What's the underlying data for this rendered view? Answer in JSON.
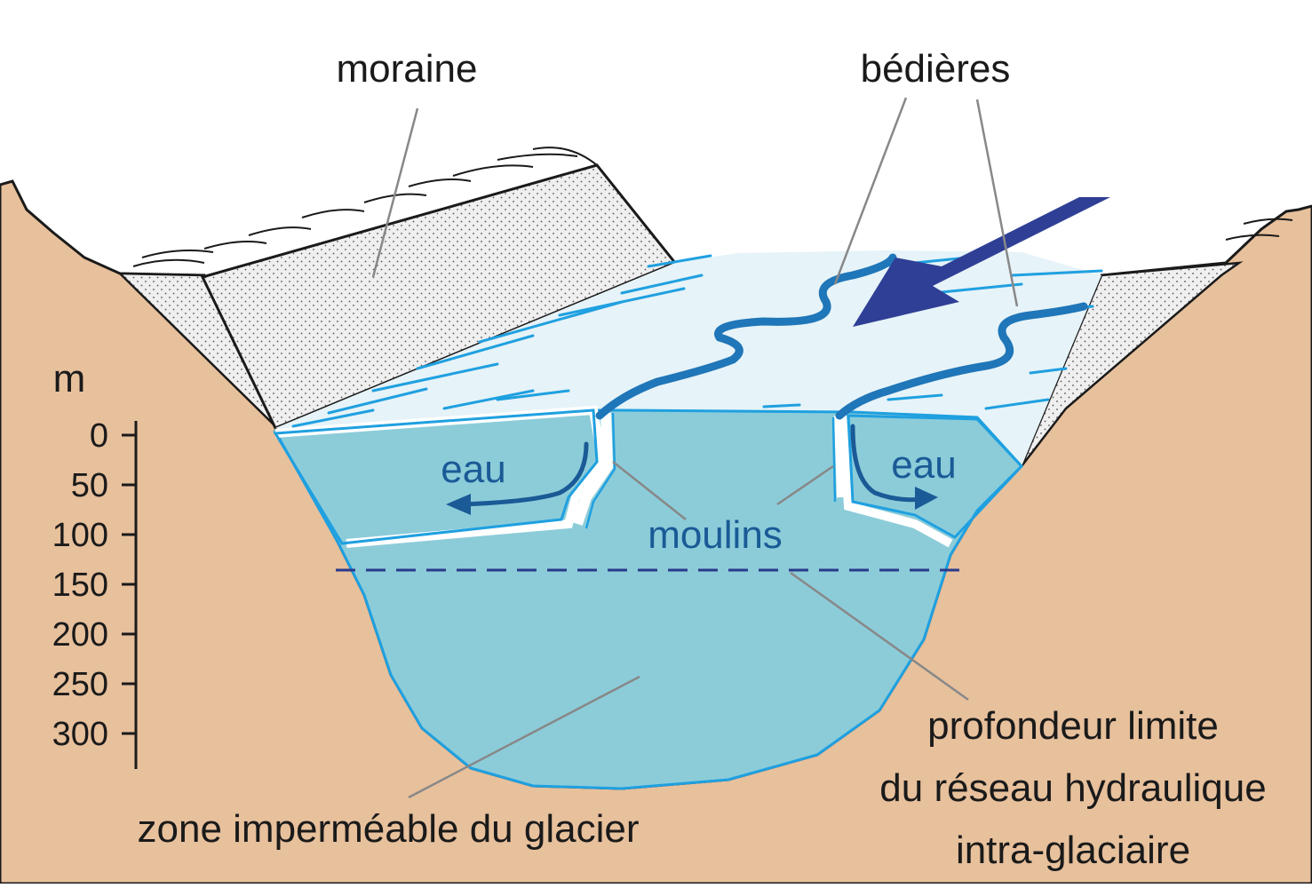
{
  "labels": {
    "moraine": "moraine",
    "bedieres": "bédières",
    "eau_left": "eau",
    "eau_right": "eau",
    "moulins": "moulins",
    "profondeur_1": "profondeur limite",
    "profondeur_2": "du réseau hydraulique",
    "profondeur_3": "intra-glaciaire",
    "zone": "zone imperméable du glacier"
  },
  "scale": {
    "unit": "m",
    "ticks": [
      "0",
      "50",
      "100",
      "150",
      "200",
      "250",
      "300"
    ]
  },
  "colors": {
    "rock": "#e7c09c",
    "moraine": "#efefef",
    "ice_surface": "#e6f3f8",
    "ice_body": "#8cccd9",
    "channel_light": "#1fa0e0",
    "channel_dark": "#1f76b8",
    "flow_arrow": "#2f3f96",
    "limit_line": "#2a3a8a"
  }
}
